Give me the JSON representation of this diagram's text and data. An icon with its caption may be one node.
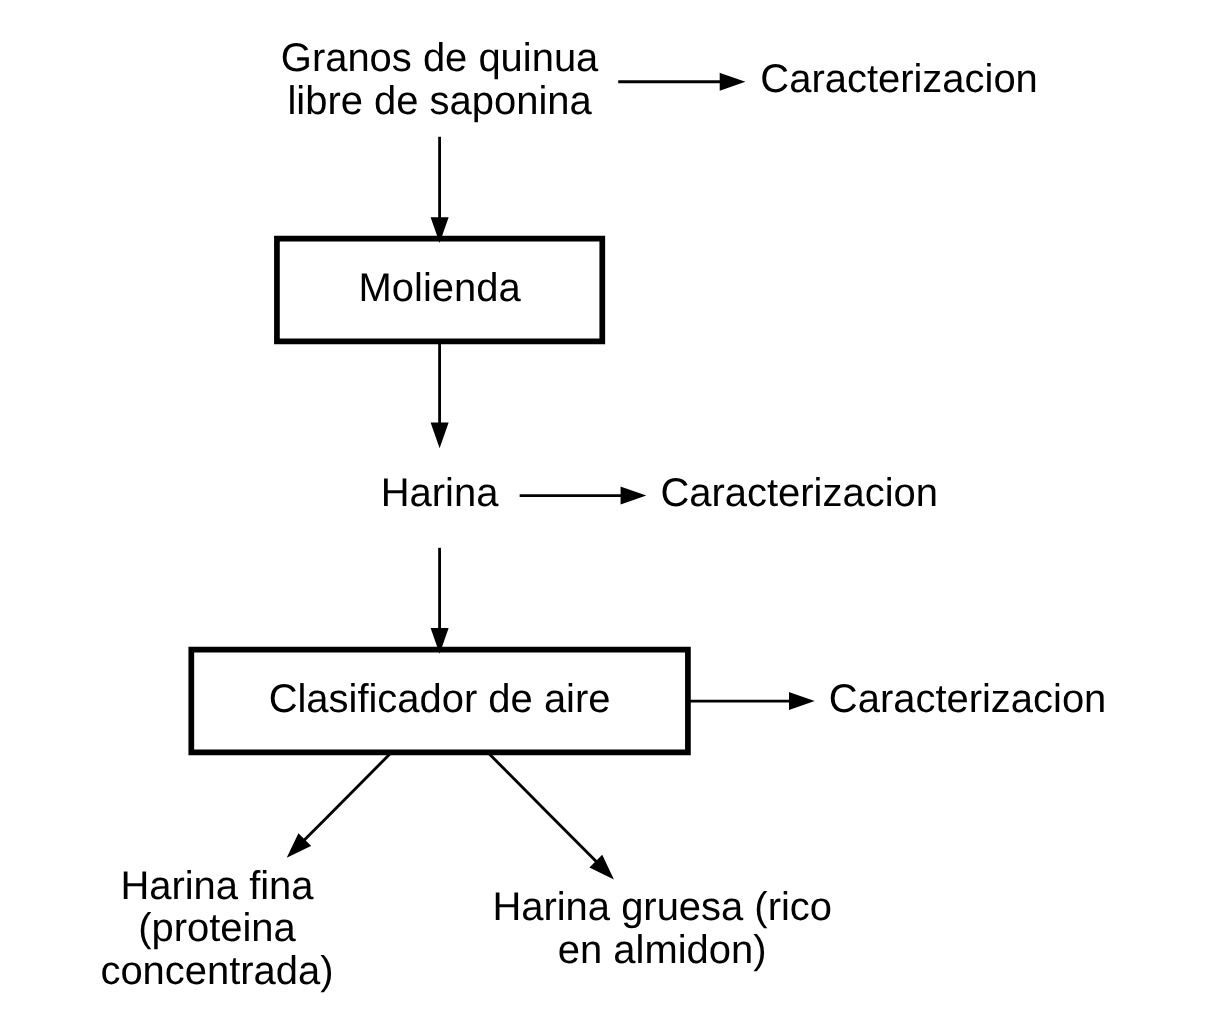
{
  "diagram": {
    "nodes": [
      {
        "text": [
          "Granos de quinua libre de saponina"
        ]
      },
      {
        "text": [
          "Caracterizacion"
        ]
      },
      {
        "text": [
          "Molienda"
        ]
      },
      {
        "text": [
          "Harina"
        ]
      },
      {
        "text": [
          "Caracterizacion"
        ]
      },
      {
        "text": [
          "Clasificador de aire"
        ]
      },
      {
        "text": [
          "Caracterizacion"
        ]
      },
      {
        "text": [
          "Harina fina (proteina concentrada)"
        ]
      },
      {
        "text": [
          "Harina gruesa (rico en almidon)"
        ]
      }
    ],
    "edges": [
      {
        "from": 0,
        "to": 2,
        "arrow": "to"
      },
      {
        "from": 0,
        "to": 1,
        "arrow": "to"
      },
      {
        "from": 2,
        "to": 3,
        "arrow": "to"
      },
      {
        "from": 3,
        "to": 5,
        "arrow": "to"
      },
      {
        "from": 3,
        "to": 4,
        "arrow": "to"
      },
      {
        "from": 5,
        "to": 7,
        "arrow": "to"
      },
      {
        "from": 5,
        "to": 8,
        "arrow": "to"
      },
      {
        "from": 5,
        "to": 6,
        "arrow": "to"
      }
    ]
  }
}
